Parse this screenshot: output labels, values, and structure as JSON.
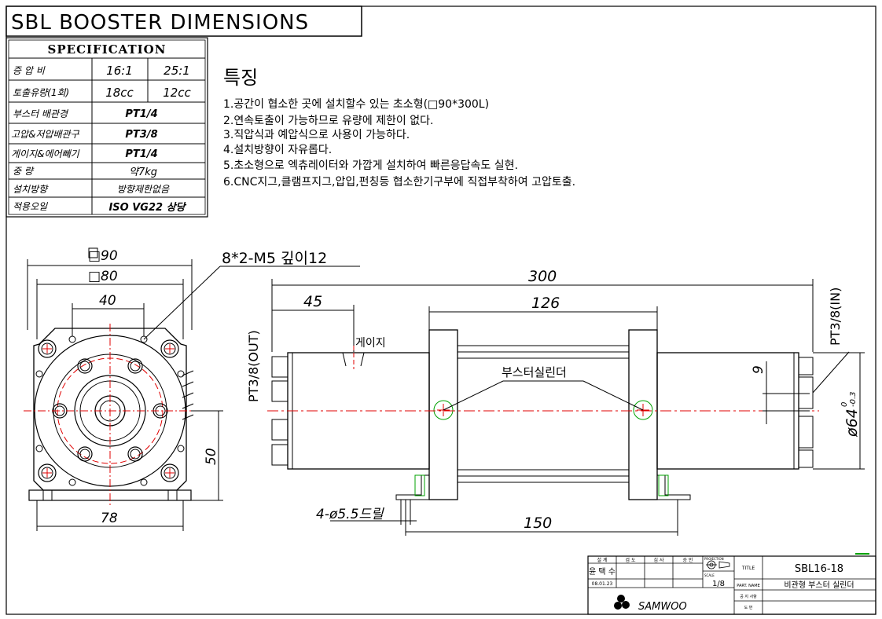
{
  "title": "SBL  BOOSTER  DIMENSIONS",
  "spec": {
    "header": "SPECIFICATION",
    "rows": [
      {
        "label": "증 압 비",
        "col1": "16:1",
        "col2": "25:1"
      },
      {
        "label": "토출유량(1회)",
        "col1": "18cc",
        "col2": "12cc"
      },
      {
        "label": "부스터 배관경",
        "value": "PT1/4"
      },
      {
        "label": "고압&저압배관구",
        "value": "PT3/8"
      },
      {
        "label": "게이지&에어빼기",
        "value": "PT1/4"
      },
      {
        "label": "중 량",
        "value": "약7kg"
      },
      {
        "label": "설치방향",
        "value": "방향제한없음"
      },
      {
        "label": "적용오일",
        "value": "ISO VG22 상당"
      }
    ]
  },
  "features": {
    "heading": "특징",
    "items": [
      "1.공간이 협소한 곳에 설치할수 있는 초소형(□90*300L)",
      "2.연속토출이 가능하므로 유량에 제한이 없다.",
      "3.직압식과 예압식으로 사용이 가능하다.",
      "4.설치방향이 자유롭다.",
      "5.초소형으로 엑츄레이터와 가깝게 설치하여 빠른응답속도 실현.",
      "6.CNC지그,클램프지그,압입,펀칭등 협소한기구부에 직접부착하여 고압토출."
    ]
  },
  "front_view": {
    "dim_top1": "□90",
    "dim_top2": "□80",
    "dim_40": "40",
    "dim_78": "78",
    "dim_50": "50",
    "note_m5": "8*2-M5  깊이12"
  },
  "side_view": {
    "dim_300": "300",
    "dim_45": "45",
    "dim_126": "126",
    "dim_150": "150",
    "dim_9": "9",
    "dim_dia": "ø64",
    "dim_tol_upper": "0",
    "dim_tol_lower": "-0.3",
    "label_out": "PT3/8(OUT)",
    "label_in": "PT3/8(IN)",
    "label_gauge": "게이지",
    "label_cylinder": "부스터실린더",
    "label_drill": "4-ø5.5드릴"
  },
  "title_block": {
    "head_cells": [
      "설 계",
      "검 도",
      "심 사",
      "승 인"
    ],
    "projection": "PROJECTION",
    "scale_label": "SCALE",
    "designer": "윤 택 수",
    "date": "08.01.23",
    "scale": "1/8",
    "title_label": "TITLE",
    "title_value": "SBL16-18",
    "part_name_label": "PART. NAME",
    "part_name_value": "비관형 부스터 실린더",
    "row3_label": "공 지 사항",
    "row4_label": "도 번",
    "company": "SAMWOO"
  },
  "colors": {
    "line": "#000000",
    "center": "#e00000",
    "accent": "#00a000"
  }
}
